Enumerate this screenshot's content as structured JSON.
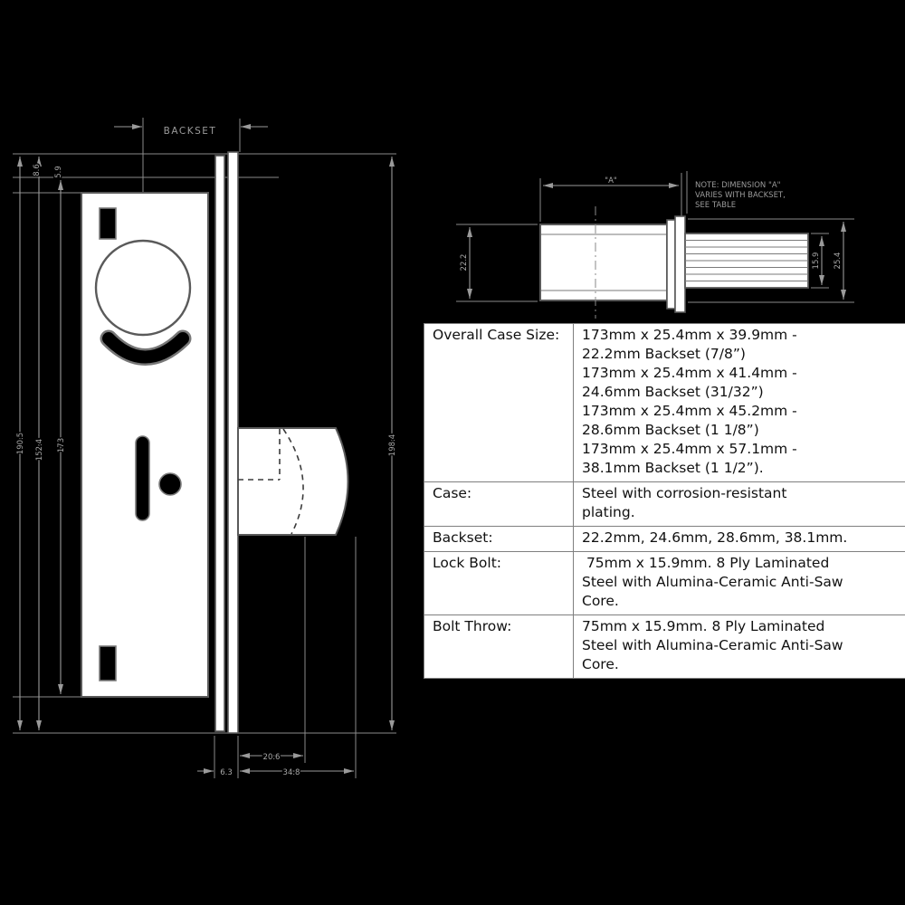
{
  "colors": {
    "background": "#000000",
    "drawing_line": "#9a9a9a",
    "drawing_text": "#a8a8a8",
    "shape_outline": "#5a5a5a",
    "table_border": "#7f7f7f",
    "table_text": "#111111",
    "table_bg": "#ffffff"
  },
  "front_view": {
    "backset_label": "BACKSET",
    "dim_top_1": "8.6",
    "dim_top_2": "5.9",
    "dim_left_outer": "190.5",
    "dim_left_mid": "152.4",
    "dim_left_inner": "173",
    "dim_right_overall": "198.4",
    "dim_faceplate_thickness": "6.3",
    "dim_bolt_start": "20.6",
    "dim_bolt_throw": "34.8"
  },
  "side_view": {
    "dim_a": "\"A\"",
    "dim_body_height": "22.2",
    "dim_bolt_height": "15.9",
    "dim_overall_height": "25.4",
    "note_lines": [
      "NOTE: DIMENSION \"A\"",
      "VARIES WITH BACKSET,",
      "SEE TABLE"
    ]
  },
  "spec_table": {
    "rows": [
      {
        "label": "Overall Case Size:",
        "lines": [
          "173mm x 25.4mm x 39.9mm -",
          "22.2mm Backset (7/8”)",
          "173mm x 25.4mm x 41.4mm -",
          "24.6mm Backset (31/32”)",
          "173mm x 25.4mm x 45.2mm -",
          "28.6mm Backset (1 1/8”)",
          "173mm x 25.4mm x 57.1mm -",
          "38.1mm Backset (1 1/2”)."
        ]
      },
      {
        "label": "Case:",
        "lines": [
          "Steel with corrosion-resistant",
          "plating."
        ]
      },
      {
        "label": "Backset:",
        "lines": [
          "22.2mm, 24.6mm, 28.6mm, 38.1mm."
        ]
      },
      {
        "label": "Lock Bolt:",
        "lines": [
          " 75mm x 15.9mm. 8 Ply Laminated",
          "Steel with Alumina-Ceramic Anti-Saw",
          "Core."
        ]
      },
      {
        "label": "Bolt Throw:",
        "lines": [
          "75mm x 15.9mm. 8 Ply Laminated",
          "Steel with Alumina-Ceramic Anti-Saw",
          "Core."
        ]
      }
    ]
  }
}
